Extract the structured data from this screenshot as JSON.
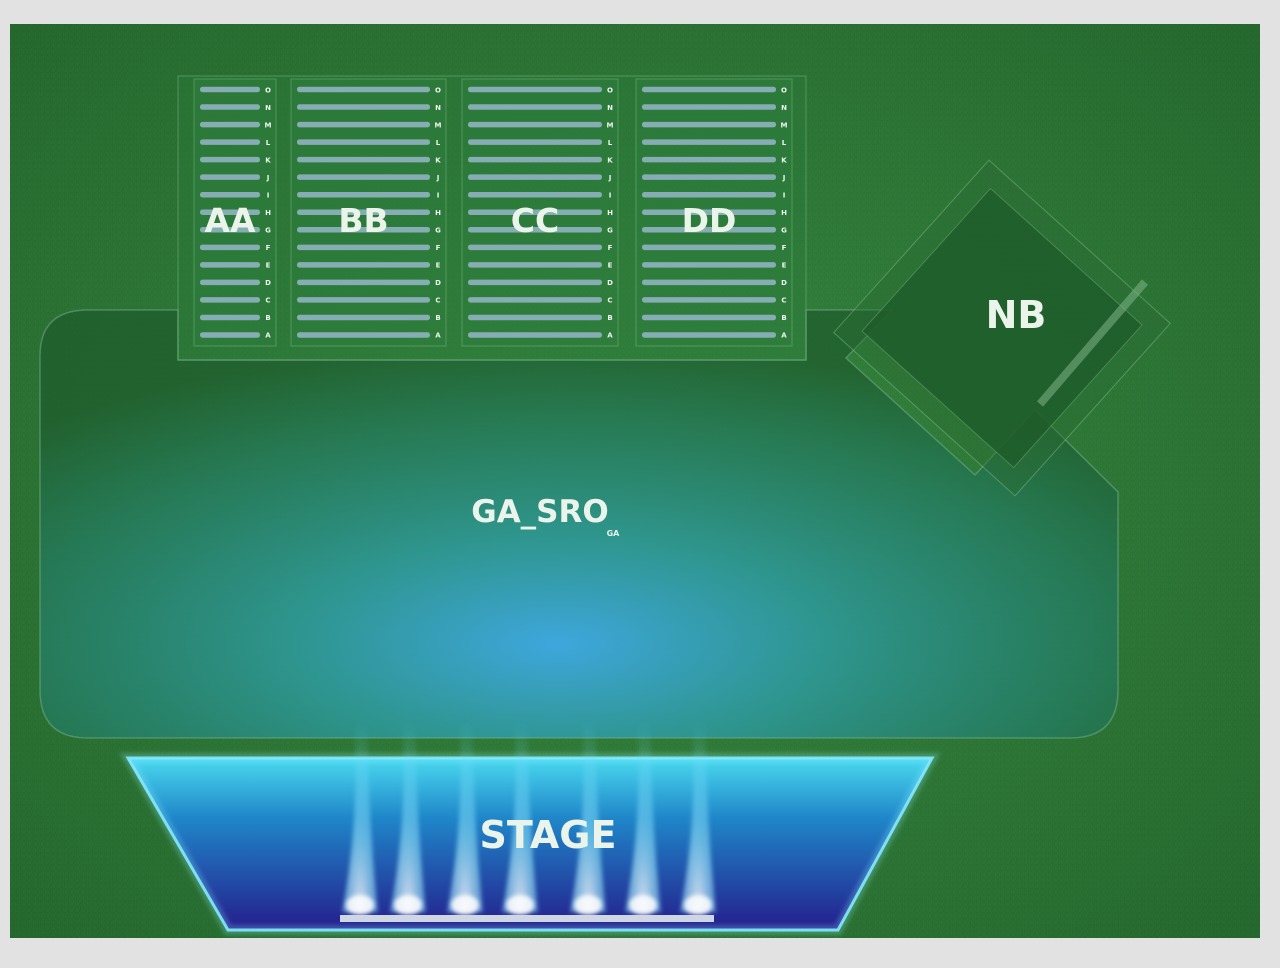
{
  "map": {
    "colors": {
      "grass": "#2f7a38",
      "grass_dark": "#1d5524",
      "ga_floor": "#2d8f87",
      "stage_top": "#4ad9ef",
      "stage_bottom": "#241e8c",
      "row_bar": "#8fb1bf",
      "light_beam": "#7fe6ff"
    },
    "sections": [
      {
        "id": "AA",
        "label": "AA"
      },
      {
        "id": "BB",
        "label": "BB"
      },
      {
        "id": "CC",
        "label": "CC"
      },
      {
        "id": "DD",
        "label": "DD"
      }
    ],
    "rows": [
      "O",
      "N",
      "M",
      "L",
      "K",
      "J",
      "I",
      "H",
      "G",
      "F",
      "E",
      "D",
      "C",
      "B",
      "A"
    ],
    "nb": {
      "label": "NB"
    },
    "ga": {
      "label": "GA_SRO",
      "sublabel": "GA"
    },
    "stage": {
      "label": "STAGE"
    }
  }
}
